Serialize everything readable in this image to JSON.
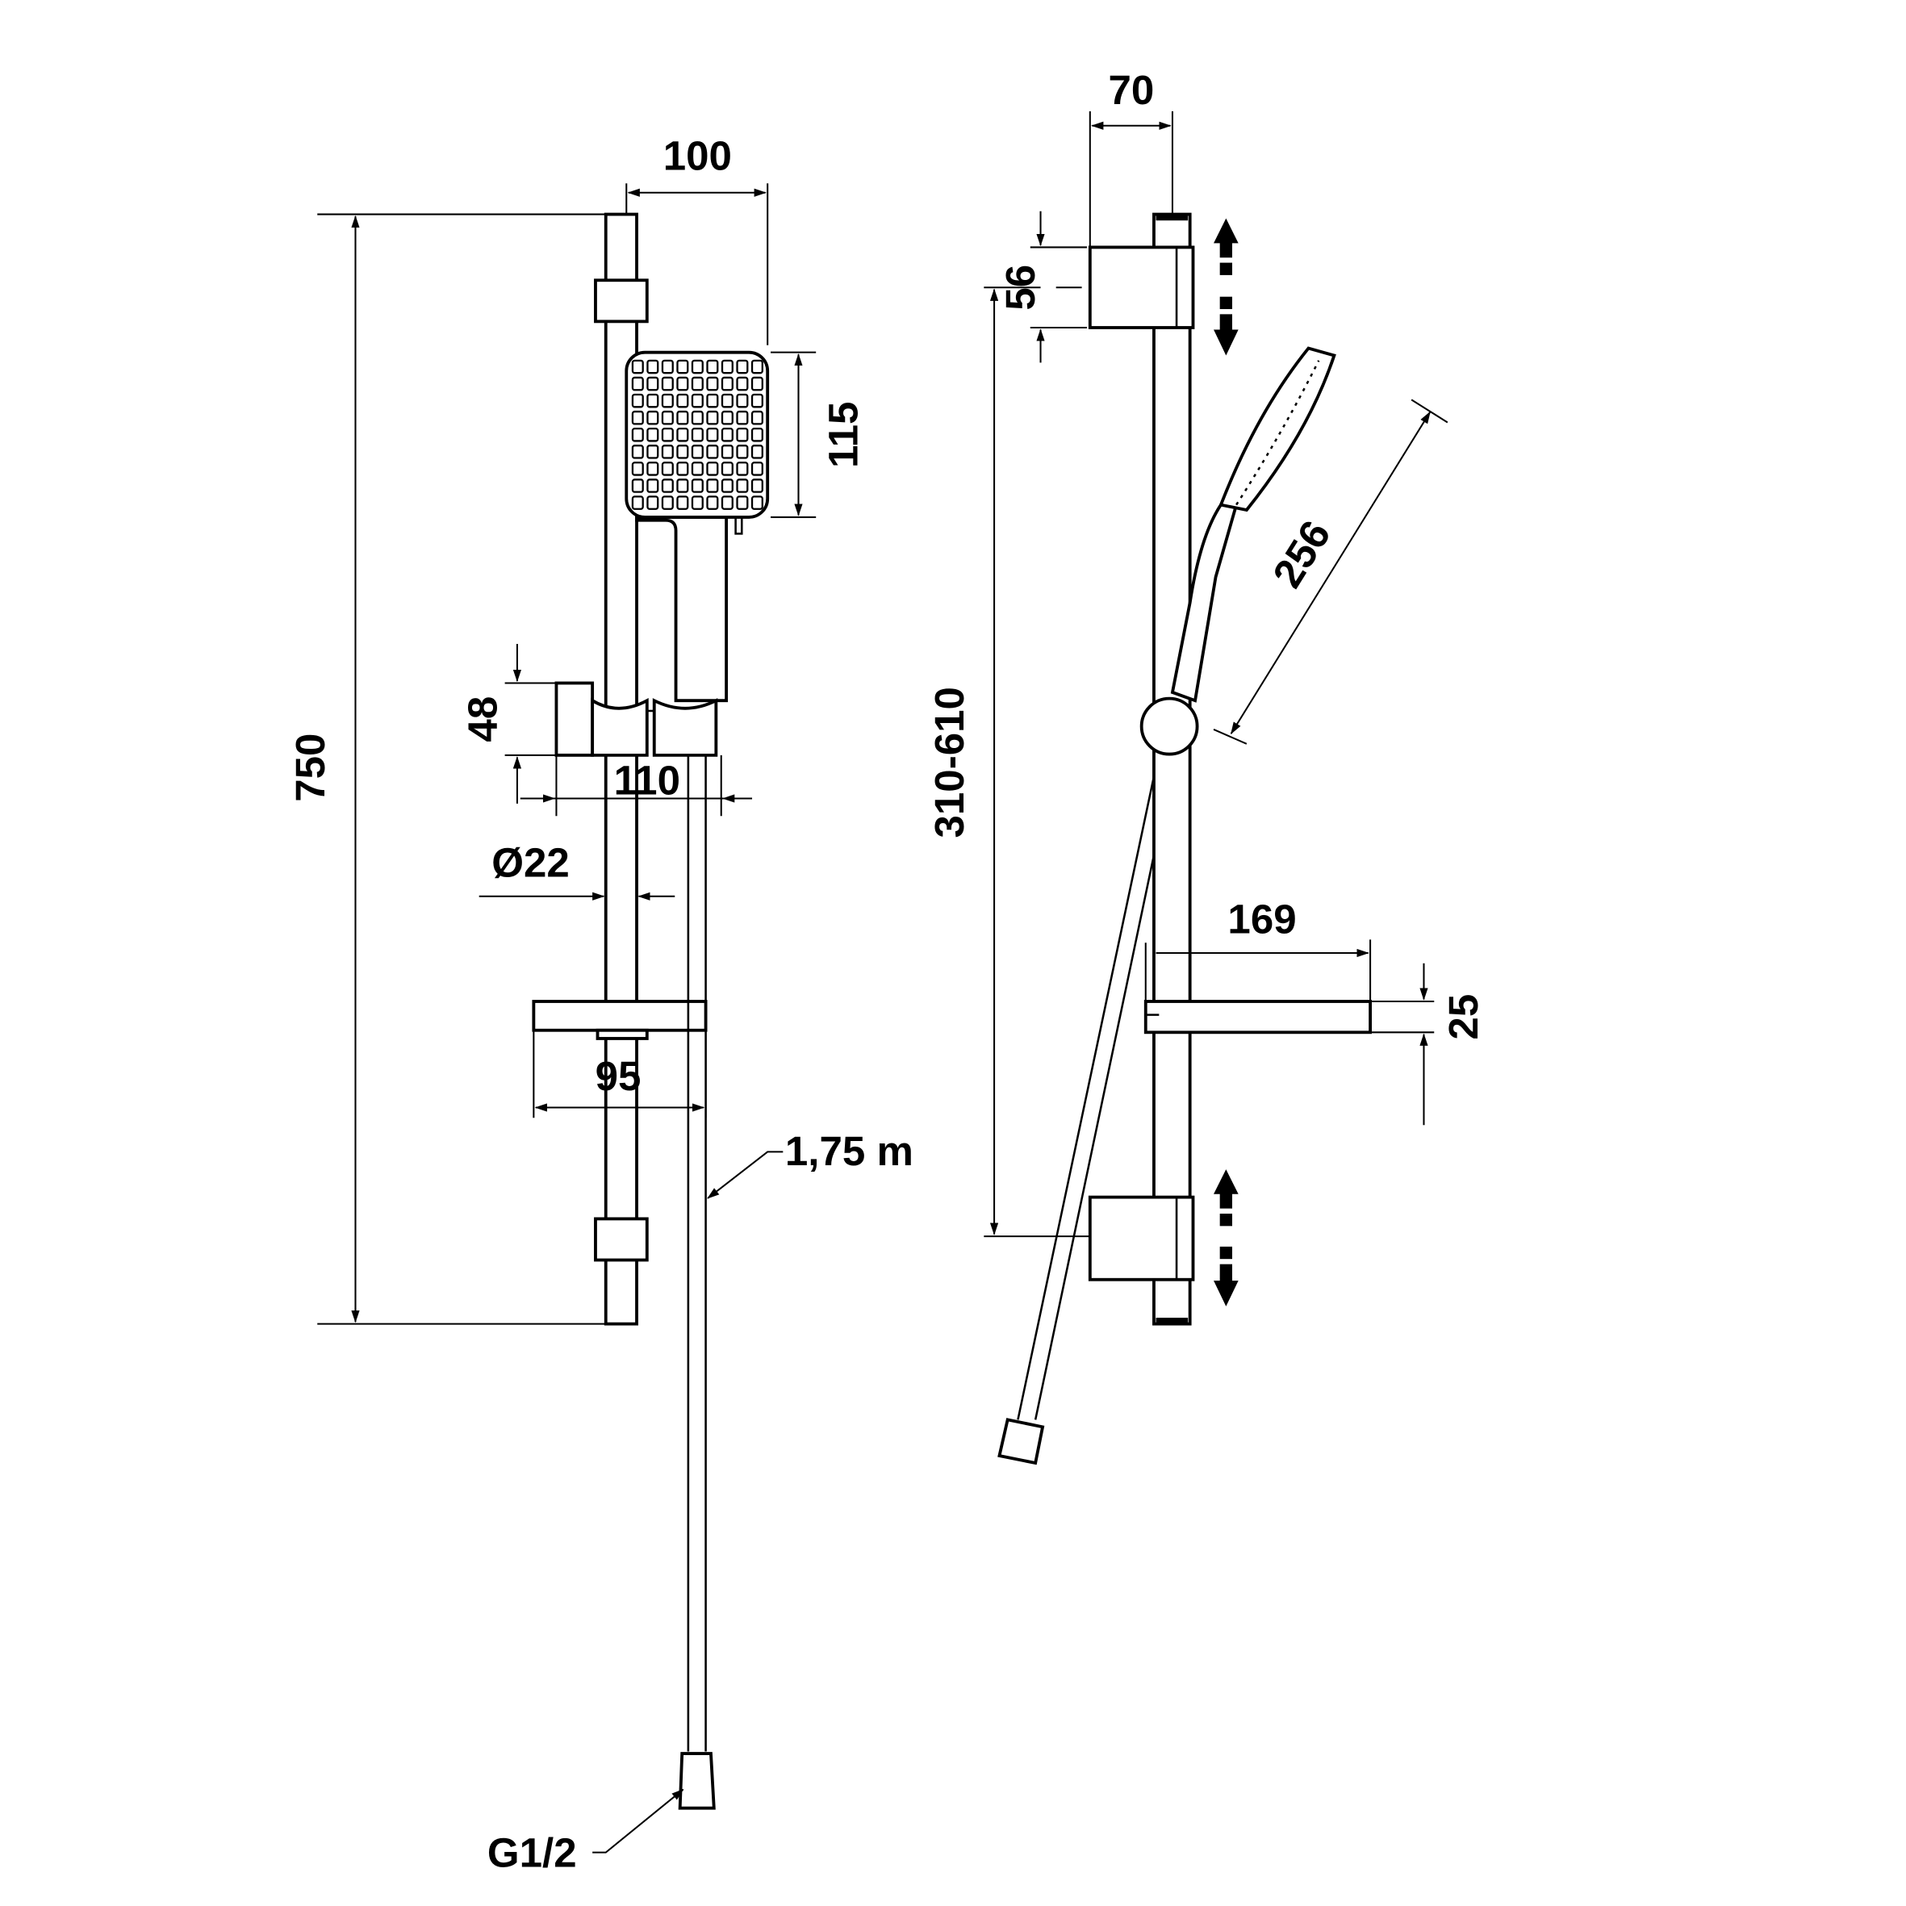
{
  "drawing": {
    "front_view": {
      "overall_height": "750",
      "head_width": "100",
      "head_height": "115",
      "holder_height": "48",
      "holder_depth": "110",
      "rail_diameter": "Ø22",
      "soap_dish_width": "95",
      "hose_length": "1,75 m",
      "connection_thread": "G1/2"
    },
    "side_view": {
      "bracket_depth": "70",
      "bracket_height": "56",
      "bracket_spacing": "310-610",
      "hand_shower_length": "256",
      "soap_dish_depth": "169",
      "soap_dish_height": "25"
    }
  },
  "colors": {
    "line": "#000000",
    "background": "#ffffff"
  }
}
